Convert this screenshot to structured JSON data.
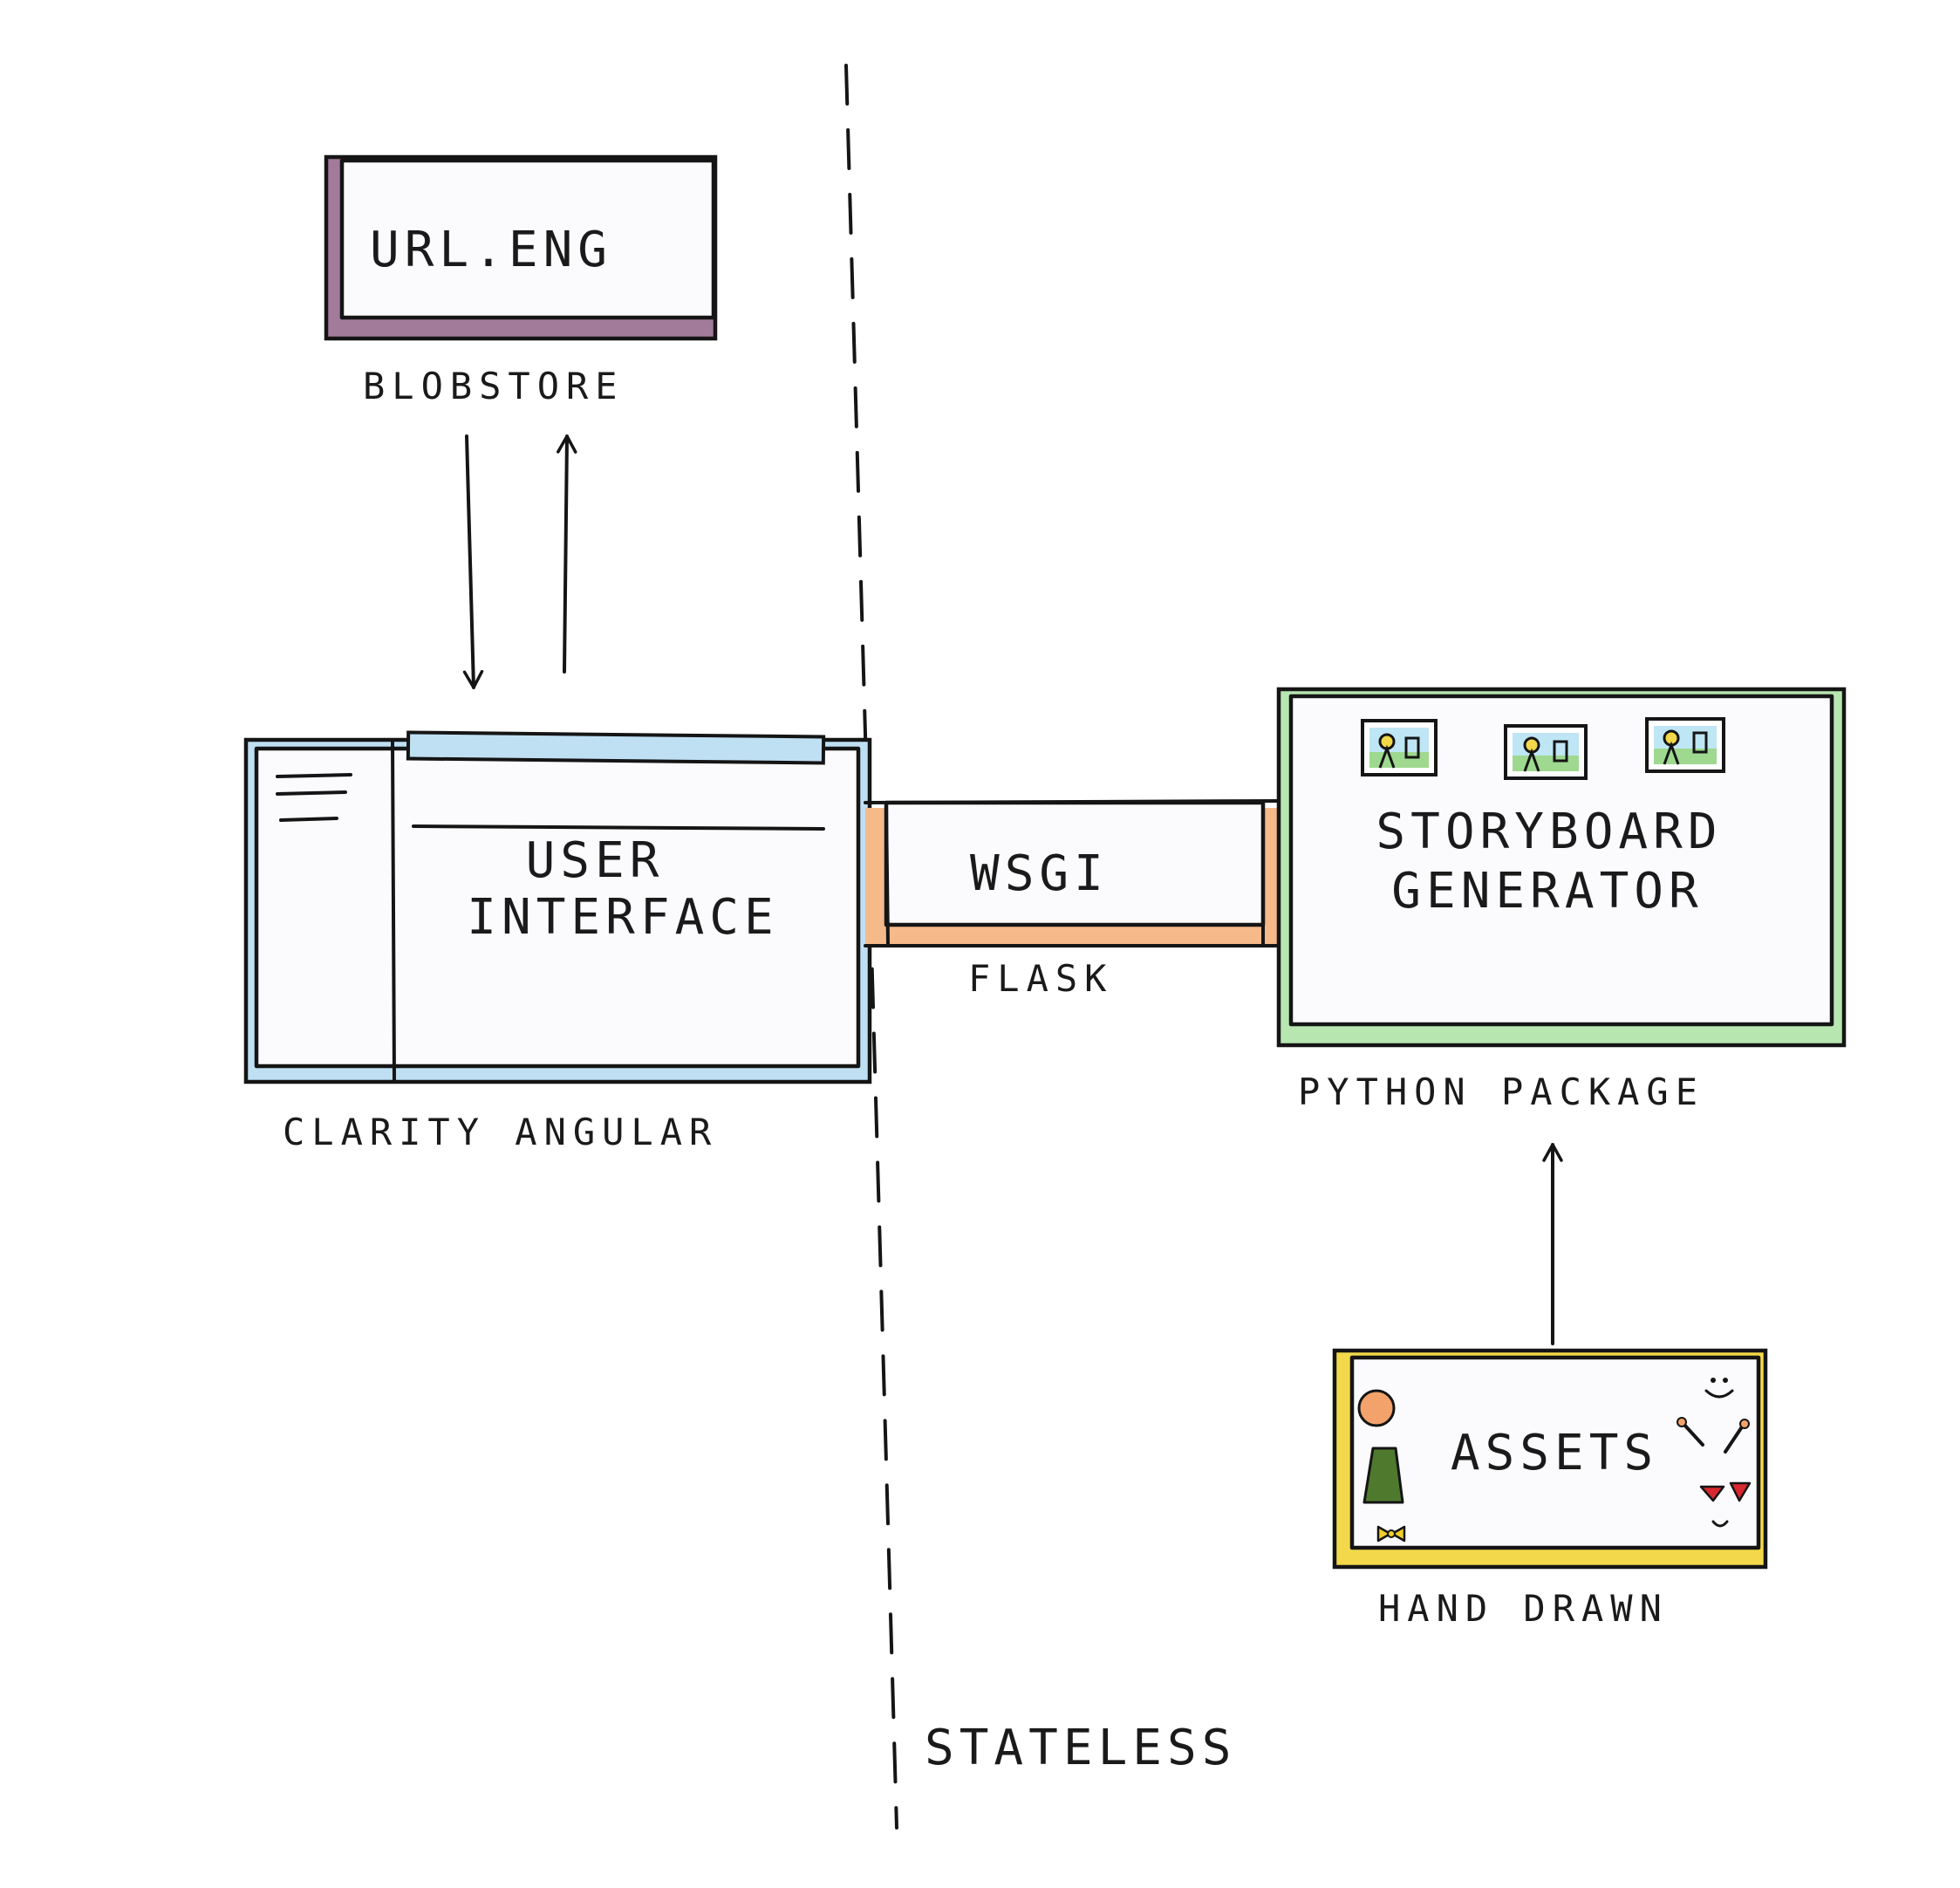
{
  "divider": {
    "label": "STATELESS"
  },
  "nodes": {
    "blobstore": {
      "text": "URL.ENG",
      "caption": "BLOBSTORE",
      "accent": "#a27a9a"
    },
    "ui": {
      "text_line1": "USER",
      "text_line2": "INTERFACE",
      "caption": "CLARITY ANGULAR",
      "accent": "#bfe0f3"
    },
    "wsgi": {
      "text": "WSGI",
      "caption": "FLASK",
      "accent": "#f5b98a"
    },
    "generator": {
      "text_line1": "STORYBOARD",
      "text_line2": "GENERATOR",
      "caption": "PYTHON PACKAGE",
      "accent": "#b7e6b1"
    },
    "assets": {
      "text": "ASSETS",
      "caption": "HAND DRAWN",
      "accent": "#f2d84a"
    }
  },
  "icons": {
    "storyboard_frame": "storyboard-frame-icon",
    "person": "person-icon",
    "smiley": "smiley-icon",
    "hearts": "hearts-icon",
    "bow": "bow-icon"
  },
  "colors": {
    "ink": "#151515",
    "frame_sky": "#bfe6f5",
    "frame_grass": "#9ed98f",
    "asset_head": "#f2a26a",
    "asset_body": "#4f7a2e",
    "asset_heart": "#d8282f",
    "asset_bow": "#f0cf2a"
  },
  "edges": [
    {
      "from": "blobstore",
      "to": "ui",
      "direction": "down"
    },
    {
      "from": "ui",
      "to": "blobstore",
      "direction": "up"
    },
    {
      "from": "ui",
      "to": "generator",
      "via": "wsgi"
    },
    {
      "from": "assets",
      "to": "generator",
      "direction": "up"
    }
  ]
}
